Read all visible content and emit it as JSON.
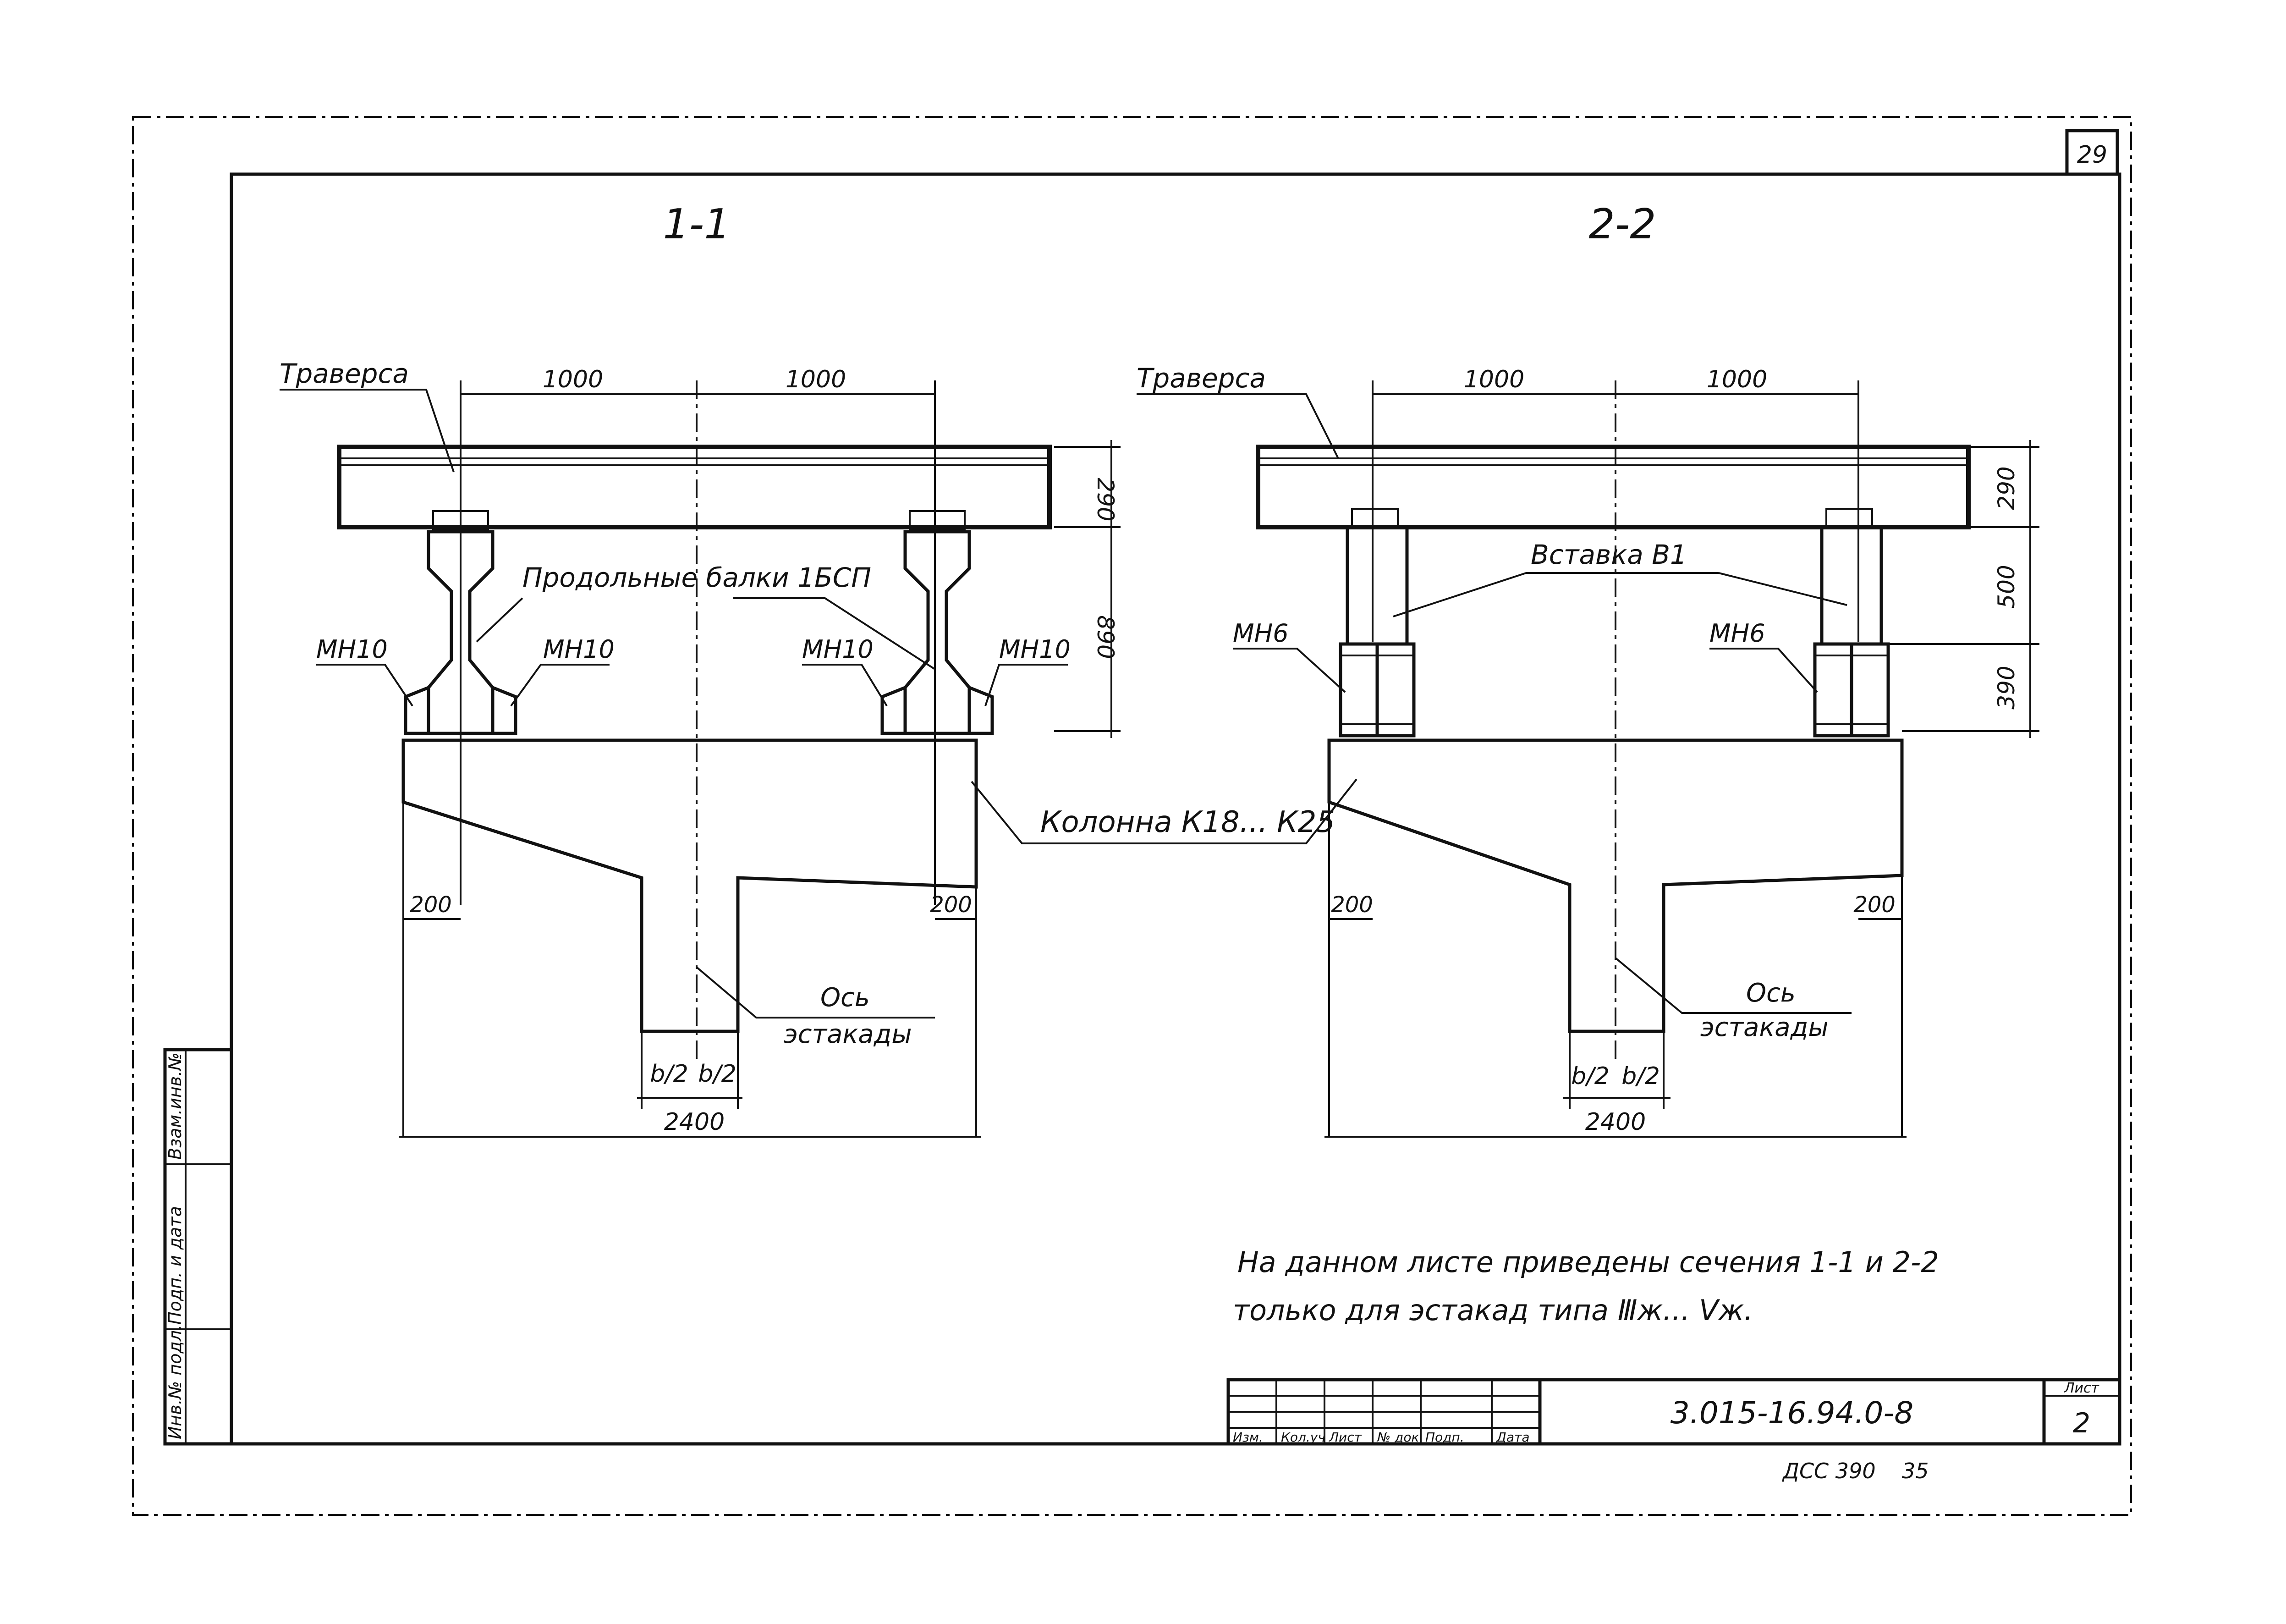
{
  "sheet": {
    "page_number_corner": "29",
    "note_line1": "На данном листе приведены сечения 1-1 и 2-2",
    "note_line2": "только для эстакад типа Ⅲж... Ⅴж.",
    "doc_code": "3.015-16.94.0-8",
    "sheet_label": "Лист",
    "sheet_number": "2",
    "archive_stamp": "ДСС 390",
    "archive_stamp2": "35"
  },
  "title_block": {
    "columns": [
      "Изм.",
      "Кол.уч",
      "Лист",
      "№ док",
      "Подп.",
      "Дата"
    ]
  },
  "side_stamp": {
    "fields": [
      "Инв.№ подл.",
      "Подп. и дата",
      "Взам.инв.№"
    ]
  },
  "section_1": {
    "title": "1-1",
    "label_traverse": "Траверса",
    "dim_left": "1000",
    "dim_right": "1000",
    "dim_290": "290",
    "dim_890": "890",
    "label_beams": "Продольные балки 1БСП",
    "label_mh_1": "МН10",
    "label_mh_2": "МН10",
    "label_mh_3": "МН10",
    "label_mh_4": "МН10",
    "dim_200_left": "200",
    "dim_200_right": "200",
    "label_axis_1": "Ось",
    "label_axis_2": "эстакады",
    "half_b_left": "b/2",
    "half_b_right": "b/2",
    "dim_total": "2400"
  },
  "section_2": {
    "title": "2-2",
    "label_traverse": "Траверса",
    "dim_left": "1000",
    "dim_right": "1000",
    "dim_290": "290",
    "dim_500": "500",
    "dim_390": "390",
    "label_insert": "Вставка В1",
    "label_mh_left": "МН6",
    "label_mh_right": "МН6",
    "dim_200_left": "200",
    "dim_200_right": "200",
    "label_axis_1": "Ось",
    "label_axis_2": "эстакады",
    "half_b_left": "b/2",
    "half_b_right": "b/2",
    "dim_total": "2400"
  },
  "shared": {
    "label_column": "Колонна К18... К25"
  }
}
